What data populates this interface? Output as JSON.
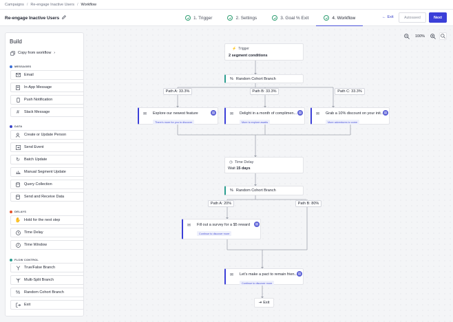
{
  "breadcrumb": [
    "Campaigns",
    "Re-engage Inactive Users",
    "Workflow"
  ],
  "campaign_title": "Re-engage Inactive Users",
  "steps": [
    {
      "label": "1. Trigger"
    },
    {
      "label": "2. Settings"
    },
    {
      "label": "3. Goal % Exit"
    },
    {
      "label": "4. Workflow"
    }
  ],
  "header_actions": {
    "exit": "Exit",
    "autosaved": "Autosaved",
    "next": "Next"
  },
  "build": {
    "title": "Build",
    "copy_from_workflow": "Copy from workflow",
    "sections": [
      {
        "name": "MESSAGES",
        "color": "#3b6fd8",
        "items": [
          "Email",
          "In-App Message",
          "Push Notification",
          "Slack Message"
        ]
      },
      {
        "name": "DATA",
        "color": "#3b44c9",
        "items": [
          "Create or Update Person",
          "Send Event",
          "Batch Update",
          "Manual Segment Update",
          "Query Collection",
          "Send and Receive Data"
        ]
      },
      {
        "name": "DELAYS",
        "color": "#e5532d",
        "items": [
          "Hold for the next step",
          "Time Delay",
          "Time Window"
        ]
      },
      {
        "name": "FLOW CONTROL",
        "color": "#2a9d8f",
        "items": [
          "True/False Branch",
          "Multi-Split Branch",
          "Random Cohort Branch",
          "Exit"
        ]
      }
    ]
  },
  "zoom": {
    "level": "100%"
  },
  "workflow": {
    "trigger": {
      "label": "Trigger",
      "value": "2 segment conditions"
    },
    "branch1": {
      "label": "Random Cohort Branch",
      "paths": [
        "Path A: 33.3%",
        "Path B: 33.3%",
        "Path C: 33.3%"
      ]
    },
    "messages1": [
      {
        "title": "Explore our newest feature",
        "tag": "There's more for you to discover"
      },
      {
        "title": "Delight in a month of complimen...",
        "tag": "More to explore awaits"
      },
      {
        "title": "Grab a 10% discount on your init...",
        "tag": "More adventures to come"
      }
    ],
    "delay": {
      "label": "Time Delay",
      "prefix": "Wait",
      "value": "15 days"
    },
    "branch2": {
      "label": "Random Cohort Branch",
      "paths": [
        "Path A: 20%",
        "Path B: 80%"
      ]
    },
    "message2": {
      "title": "Fill out a survey for a $5 reward",
      "tag": "Continue to discover more"
    },
    "message3": {
      "title": "Let's make a pact to remain frien...",
      "tag": "Continue to discover more"
    },
    "exit": {
      "label": "Exit"
    }
  }
}
